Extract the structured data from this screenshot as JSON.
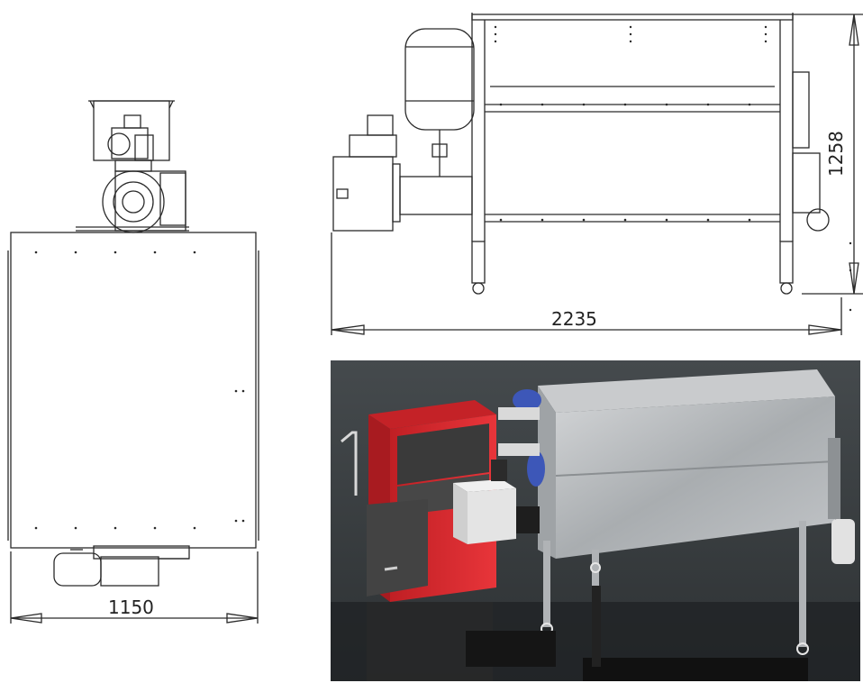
{
  "dimensions": {
    "width_front": "1150",
    "length_side": "2235",
    "height_side": "1258"
  },
  "colors": {
    "line": "#2a2a2a",
    "boiler_red": "#d8252b",
    "boiler_dark": "#3a3a3a",
    "galvanized": "#b9bcbf",
    "render_bg": "#3b3f42"
  }
}
